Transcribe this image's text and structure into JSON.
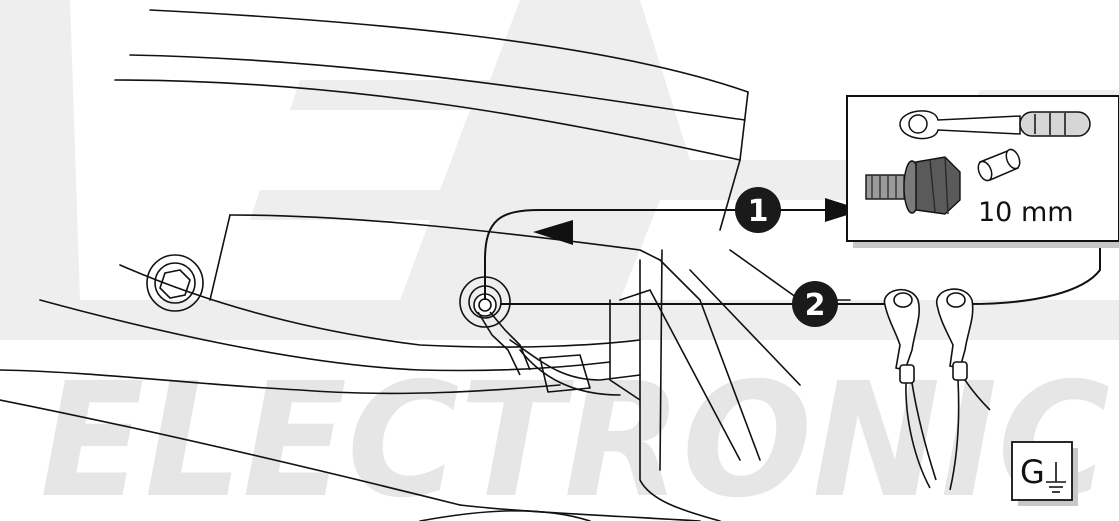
{
  "step_badges": [
    {
      "number": "1"
    },
    {
      "number": "2"
    }
  ],
  "tool_inset": {
    "socket_size_label": "10 mm"
  },
  "ground_symbol": {
    "letter": "G"
  },
  "watermark": {
    "word": "ELECTRONIC",
    "color": "#e6e6e6"
  },
  "colors": {
    "line": "#111111",
    "badge_fill": "#1a1a1a",
    "badge_text": "#ffffff",
    "watermark_band": "#ececec"
  }
}
